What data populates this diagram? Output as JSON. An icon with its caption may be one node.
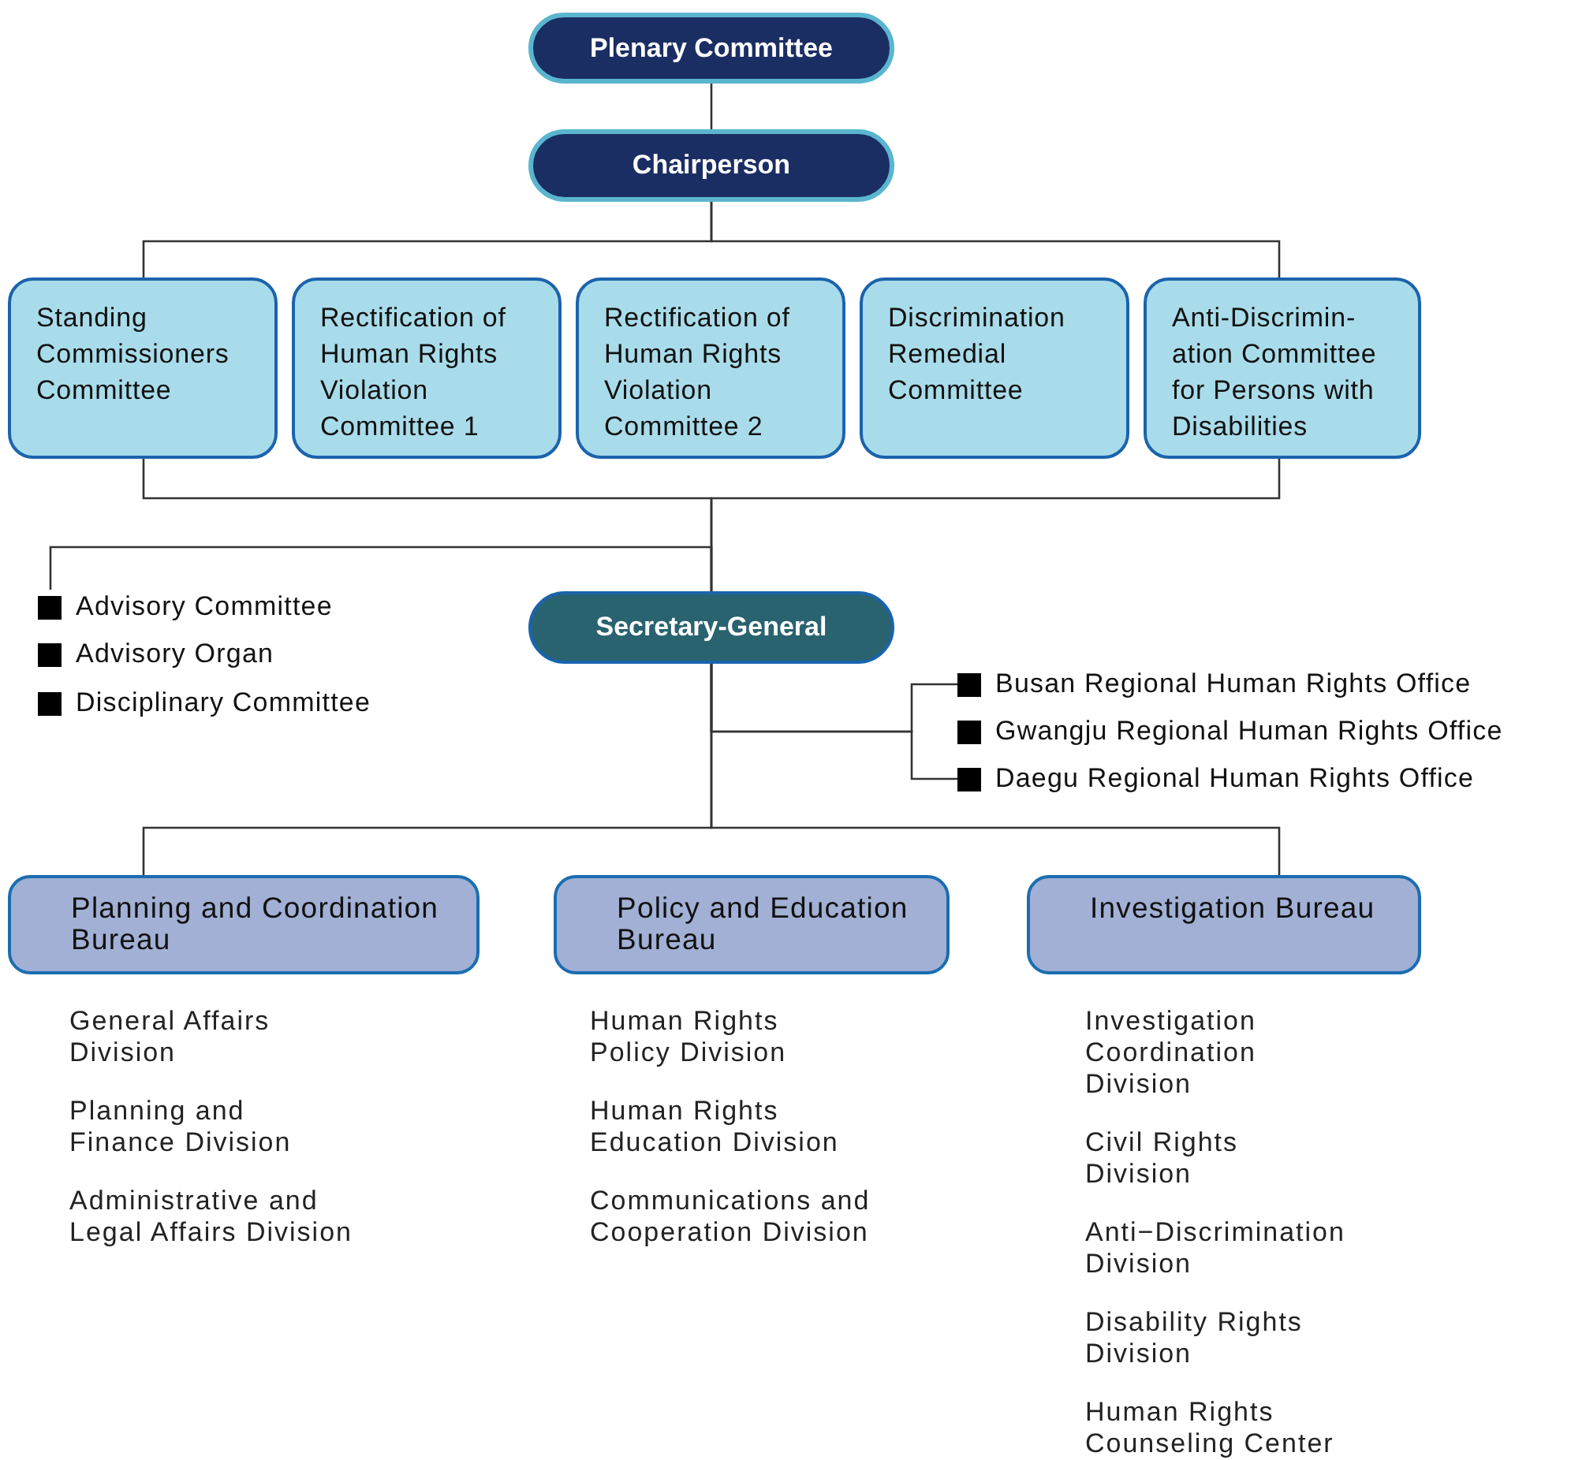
{
  "diagram": {
    "nodes": [
      {
        "text": [
          "Plenary Committee"
        ]
      },
      {
        "text": [
          "Chairperson"
        ]
      },
      {
        "text": [
          "Standing Commissioners Committee"
        ]
      },
      {
        "text": [
          "Rectification of Human Rights Violation Committee 1"
        ]
      },
      {
        "text": [
          "Rectification of Human Rights Violation Committee 2"
        ]
      },
      {
        "text": [
          "Discrimination Remedial Committee"
        ]
      },
      {
        "text": [
          "Anti-Discrimin- ation Committee for Persons with Disabilities"
        ]
      },
      {
        "text": [
          "Advisory Committee"
        ]
      },
      {
        "text": [
          "Advisory Organ"
        ]
      },
      {
        "text": [
          "Disciplinary Committee"
        ]
      },
      {
        "text": [
          "Secretary-General"
        ]
      },
      {
        "text": [
          "Busan Regional Human Rights Office"
        ]
      },
      {
        "text": [
          "Gwangju Regional Human Rights Office"
        ]
      },
      {
        "text": [
          "Daegu Regional Human Rights Office"
        ]
      },
      {
        "text": [
          "Planning and Coordination Bureau"
        ],
        "beside": [
          "General Affairs Division",
          "Planning and Finance Division",
          "Administrative and Legal Affairs Division"
        ]
      },
      {
        "text": [
          "Policy and Education Bureau"
        ],
        "beside": [
          "Human Rights Policy Division",
          "Human Rights Education Division",
          "Communications and Cooperation Division"
        ]
      },
      {
        "text": [
          "Investigation Bureau"
        ],
        "beside": [
          "Investigation Coordination Division",
          "Civil Rights Division",
          "Anti−Discrimination Division",
          "Disability Rights Division",
          "Human Rights Counseling Center"
        ]
      }
    ],
    "edges": [
      {
        "from": 0,
        "to": 1,
        "arrow": "none"
      },
      {
        "from": 1,
        "to": 2,
        "arrow": "none"
      },
      {
        "from": 1,
        "to": 6,
        "arrow": "none"
      },
      {
        "from": 2,
        "to": 10,
        "arrow": "none"
      },
      {
        "from": 6,
        "to": 10,
        "arrow": "none"
      },
      {
        "from": 10,
        "to": 7,
        "arrow": "none"
      },
      {
        "from": 10,
        "to": 11,
        "arrow": "none"
      },
      {
        "from": 10,
        "to": 13,
        "arrow": "none"
      },
      {
        "from": 10,
        "to": 14,
        "arrow": "none"
      },
      {
        "from": 10,
        "to": 16,
        "arrow": "none"
      }
    ]
  }
}
